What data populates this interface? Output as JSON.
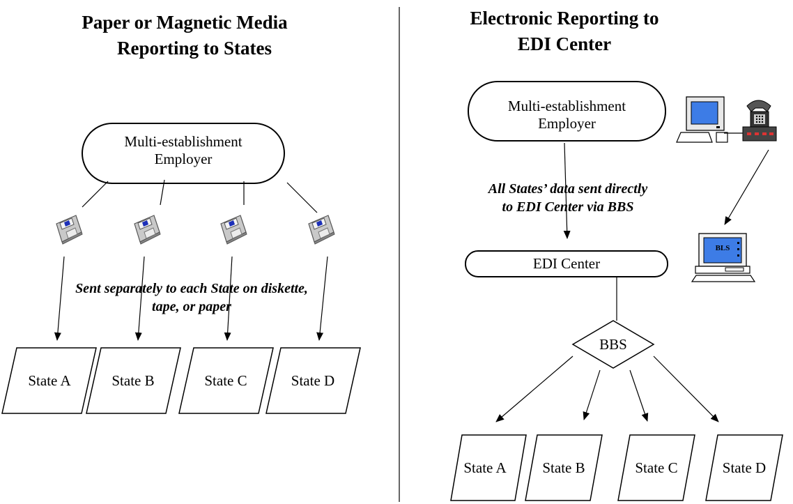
{
  "left": {
    "heading_line1": "Paper or Magnetic Media",
    "heading_line2": "Reporting to States",
    "employer_line1": "Multi-establishment",
    "employer_line2": "Employer",
    "note_line1": "Sent separately to each State on diskette,",
    "note_line2": "tape, or paper",
    "states": [
      "State A",
      "State B",
      "State C",
      "State D"
    ]
  },
  "right": {
    "heading_line1": "Electronic Reporting to",
    "heading_line2": "EDI Center",
    "employer_line1": "Multi-establishment",
    "employer_line2": "Employer",
    "note_line1": "All States’ data sent directly",
    "note_line2": "to EDI Center via BBS",
    "edi_center": "EDI Center",
    "bbs": "BBS",
    "bls_monitor_label": "BLS",
    "states": [
      "State A",
      "State B",
      "State C",
      "State D"
    ]
  },
  "icons": [
    "diskette-icon",
    "computer-icon",
    "telephone-icon",
    "bls-computer-icon"
  ]
}
